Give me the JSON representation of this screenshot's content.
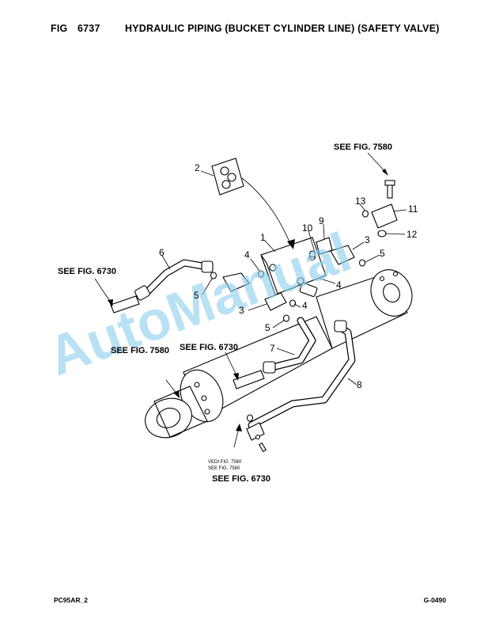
{
  "header": {
    "fig_label": "FIG",
    "fig_number": "6737",
    "title": "HYDRAULIC PIPING (BUCKET CYLINDER LINE) (SAFETY VALVE)"
  },
  "footer": {
    "doc_code": "PC95AR_2",
    "page_code": "G-0490"
  },
  "references": {
    "see_7580_top": "SEE FIG. 7580",
    "see_6730_left": "SEE FIG. 6730",
    "see_7580_mid": "SEE FIG. 7580",
    "see_6730_mid": "SEE FIG. 6730",
    "vedi_7580": "VEDI FIG. 7580",
    "see_7580_small": "SEE FIG. 7580",
    "see_6730_bottom": "SEE FIG. 6730"
  },
  "callouts": {
    "c1": "1",
    "c2": "2",
    "c3a": "3",
    "c3b": "3",
    "c4a": "4",
    "c4b": "4",
    "c4c": "4",
    "c5a": "5",
    "c5b": "5",
    "c5c": "5",
    "c6": "6",
    "c7": "7",
    "c8": "8",
    "c9": "9",
    "c10": "10",
    "c11": "11",
    "c12": "12",
    "c13": "13"
  },
  "watermark": "AutoManual"
}
